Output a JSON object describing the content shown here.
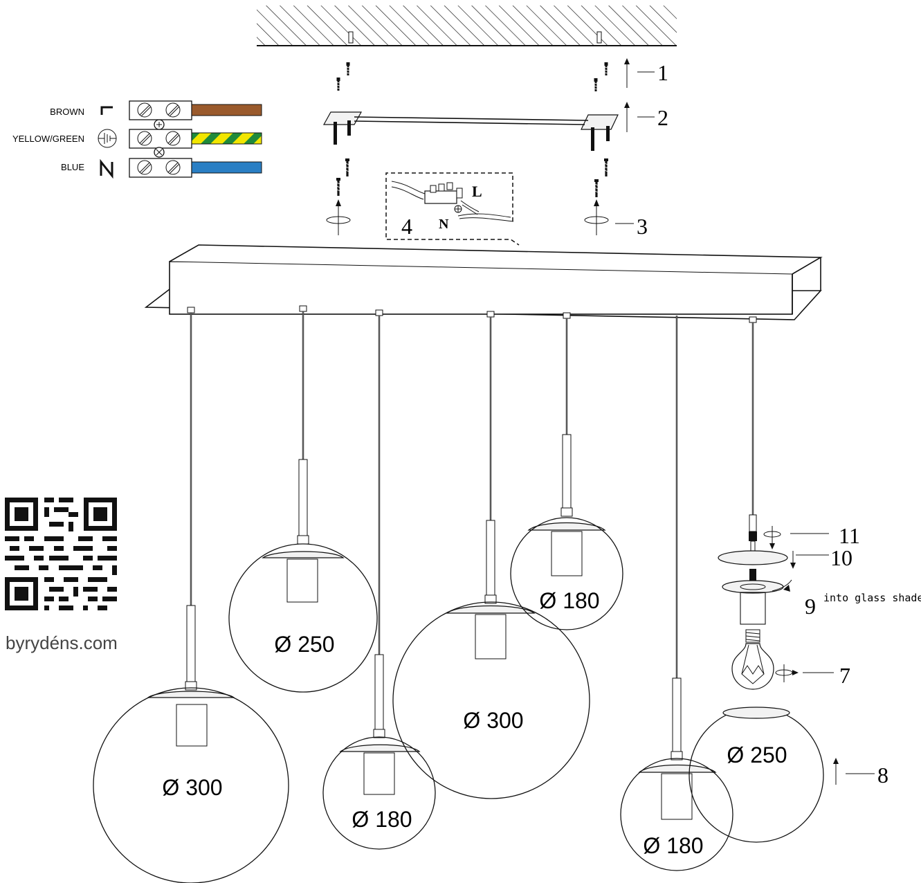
{
  "wiring": {
    "rows": [
      {
        "wire": "BROWN",
        "symbol": "L",
        "color": "#9a5a2c"
      },
      {
        "wire": "YELLOW/GREEN",
        "symbol": "earth",
        "color": "#f2e600",
        "stripe_color": "#1f8a3a"
      },
      {
        "wire": "BLUE",
        "symbol": "N",
        "color": "#2a7fc4"
      }
    ]
  },
  "steps": {
    "s1": "1",
    "s2": "2",
    "s3": "3",
    "s4": "4",
    "s7": "7",
    "s8": "8",
    "s9": "9",
    "s9_note": "into glass shade",
    "s10": "10",
    "s11": "11"
  },
  "inset": {
    "live": "L",
    "neutral": "N"
  },
  "shades": [
    {
      "label": "Ø 300"
    },
    {
      "label": "Ø 250"
    },
    {
      "label": "Ø 180"
    },
    {
      "label": "Ø 300"
    },
    {
      "label": "Ø 180"
    },
    {
      "label": "Ø 180"
    },
    {
      "label": "Ø 250"
    }
  ],
  "brand": {
    "website": "byrydéns.com"
  }
}
